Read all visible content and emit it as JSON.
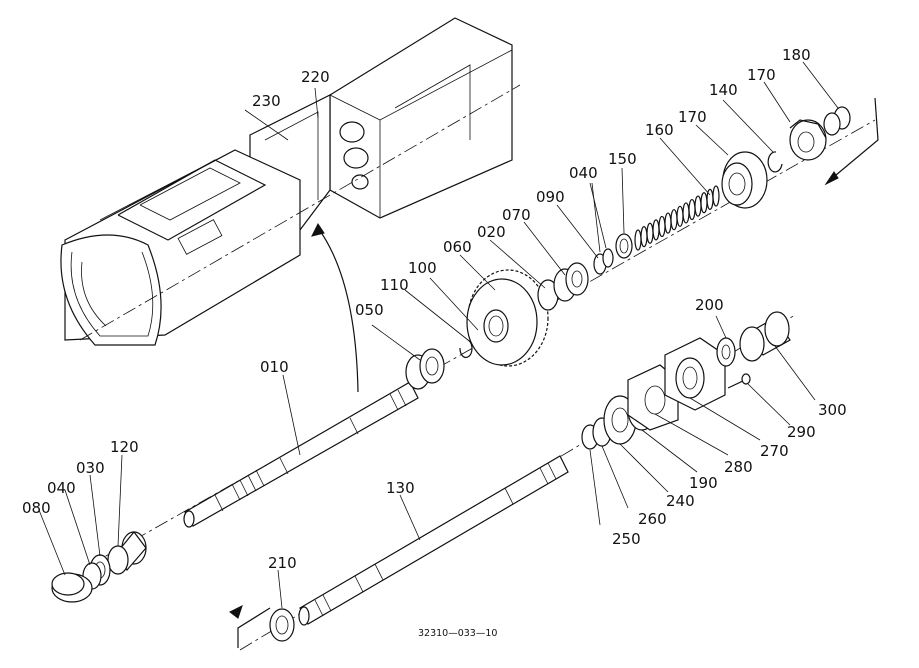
{
  "diagram": {
    "drawing_number": "32310—033—10",
    "parts": [
      {
        "key": "p010",
        "label": "010"
      },
      {
        "key": "p020",
        "label": "020"
      },
      {
        "key": "p030",
        "label": "030"
      },
      {
        "key": "p040a",
        "label": "040"
      },
      {
        "key": "p040b",
        "label": "040"
      },
      {
        "key": "p050",
        "label": "050"
      },
      {
        "key": "p060",
        "label": "060"
      },
      {
        "key": "p070",
        "label": "070"
      },
      {
        "key": "p080",
        "label": "080"
      },
      {
        "key": "p090",
        "label": "090"
      },
      {
        "key": "p100",
        "label": "100"
      },
      {
        "key": "p110",
        "label": "110"
      },
      {
        "key": "p120",
        "label": "120"
      },
      {
        "key": "p130",
        "label": "130"
      },
      {
        "key": "p140",
        "label": "140"
      },
      {
        "key": "p150",
        "label": "150"
      },
      {
        "key": "p160",
        "label": "160"
      },
      {
        "key": "p170a",
        "label": "170"
      },
      {
        "key": "p170b",
        "label": "170"
      },
      {
        "key": "p180",
        "label": "180"
      },
      {
        "key": "p190",
        "label": "190"
      },
      {
        "key": "p200",
        "label": "200"
      },
      {
        "key": "p210",
        "label": "210"
      },
      {
        "key": "p220",
        "label": "220"
      },
      {
        "key": "p230",
        "label": "230"
      },
      {
        "key": "p240",
        "label": "240"
      },
      {
        "key": "p250",
        "label": "250"
      },
      {
        "key": "p260",
        "label": "260"
      },
      {
        "key": "p270",
        "label": "270"
      },
      {
        "key": "p280",
        "label": "280"
      },
      {
        "key": "p290",
        "label": "290"
      },
      {
        "key": "p300",
        "label": "300"
      }
    ]
  }
}
